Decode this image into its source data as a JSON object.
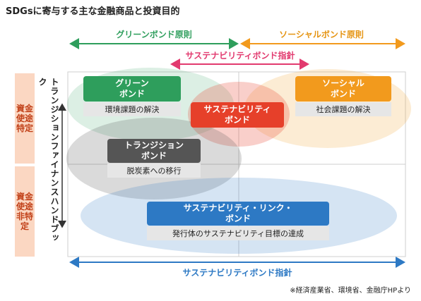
{
  "title": "SDGsに寄与する主な金融商品と投資目的",
  "labels": {
    "green_principles": "グリーンボンド原則",
    "social_principles": "ソーシャルボンド原則",
    "sust_guidelines_top": "サステナビリティボンド指針",
    "sust_guidelines_bottom": "サステナビリティボンド指針"
  },
  "side": {
    "specific": "資金使途特定",
    "non_specific": "資金使途非特定"
  },
  "vertical_axis": "トランジションファイナンスハンドブック",
  "bonds": {
    "green": {
      "name": "グリーン\nボンド",
      "purpose": "環境課題の解決"
    },
    "social": {
      "name": "ソーシャル\nボンド",
      "purpose": "社会課題の解決"
    },
    "sustainability": {
      "name": "サステナビリティ\nボンド"
    },
    "transition": {
      "name": "トランジション\nボンド",
      "purpose": "脱炭素への移行"
    },
    "slb": {
      "name": "サステナビリティ・リンク・\nボンド",
      "purpose": "発行体のサステナビリティ目標の達成"
    }
  },
  "source": "※経済産業省、環境省、金融庁HPより",
  "colors": {
    "green": "#2e9e5c",
    "social": "#f29a1d",
    "sustainability": "#e6402a",
    "transition": "#555555",
    "slb": "#2d79c4",
    "sust_pink": "#e23a6f",
    "side_bg": "#fbd7c2",
    "side_text": "#c2421a"
  }
}
